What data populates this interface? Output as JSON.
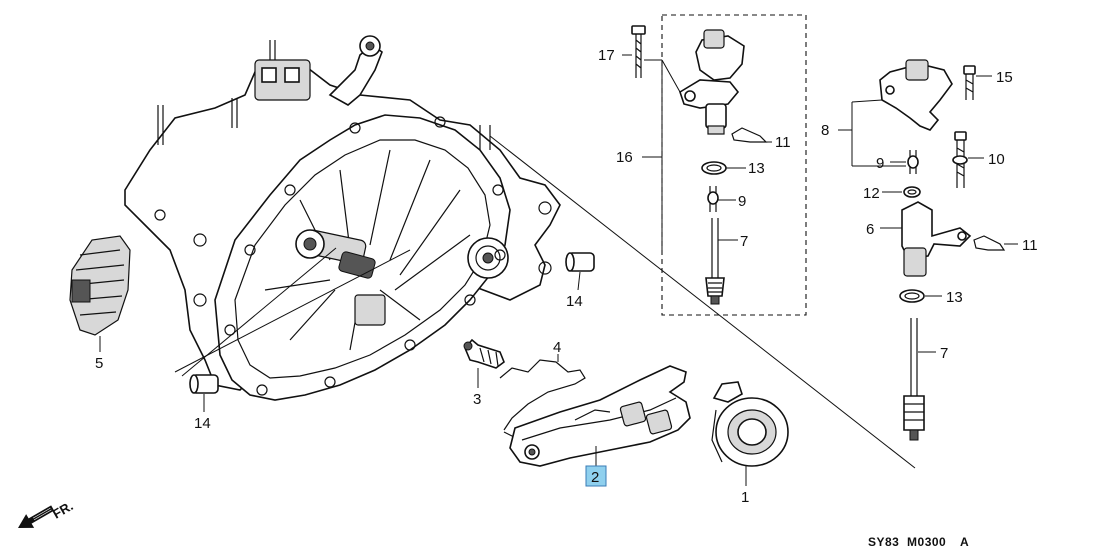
{
  "highlight_color": "#8fd0ee",
  "direction_label": "FR.",
  "diagram_code": "SY83  M0300",
  "diagram_code_suffix": "A",
  "callouts": {
    "p1": "1",
    "p2": "2",
    "p3": "3",
    "p4": "4",
    "p5": "5",
    "p6": "6",
    "p7a": "7",
    "p7b": "7",
    "p8": "8",
    "p9a": "9",
    "p9b": "9",
    "p10": "10",
    "p11a": "11",
    "p11b": "11",
    "p12": "12",
    "p13a": "13",
    "p13b": "13",
    "p14a": "14",
    "p14b": "14",
    "p15": "15",
    "p16": "16",
    "p17": "17"
  },
  "highlighted_part": "2"
}
